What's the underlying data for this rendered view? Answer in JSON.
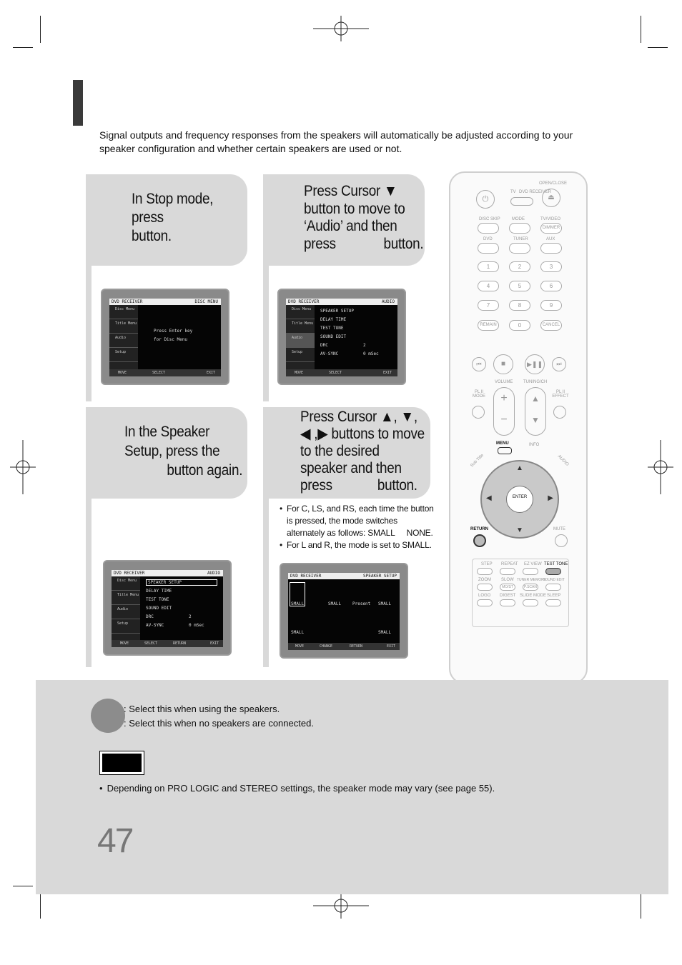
{
  "intro": "Signal outputs and frequency responses from the speakers will automatically be adjusted according to your speaker configuration and whether certain speakers are used or not.",
  "steps": {
    "s1": [
      "In Stop mode,",
      "press",
      "button."
    ],
    "s2": [
      "Press Cursor ▼",
      "button to move to",
      "‘Audio’ and then",
      "press",
      "button."
    ],
    "s3": [
      "In the Speaker",
      "Setup, press the",
      "button again."
    ],
    "s4": [
      "Press Cursor ▲, ▼,",
      "◀ ,▶ buttons to move",
      "to the desired",
      "speaker and then",
      "press",
      "button."
    ]
  },
  "notes": {
    "n1_l1": "For C, LS, and RS, each time the button",
    "n1_l2": "is pressed, the mode switches",
    "n1_l3a": "alternately as follows: SMALL",
    "n1_l3b": "NONE.",
    "n2": "For L and R, the mode is set to SMALL."
  },
  "screens": {
    "disc": {
      "head_left": "DVD RECEIVER",
      "head_right": "DISC MENU",
      "side": [
        "Disc Menu",
        "Title Menu",
        "Audio",
        "Setup"
      ],
      "msg1": "Press Enter key",
      "msg2": "for Disc Menu",
      "foot": [
        "MOVE",
        "SELECT",
        "EXIT"
      ]
    },
    "audio": {
      "head_left": "DVD RECEIVER",
      "head_right": "AUDIO",
      "side": [
        "Disc Menu",
        "Title Menu",
        "Audio",
        "Setup"
      ],
      "rows": [
        "SPEAKER SETUP",
        "DELAY TIME",
        "TEST TONE",
        "SOUND EDIT",
        "DRC",
        "AV-SYNC"
      ],
      "drc": "2",
      "avsync": "0 mSec",
      "foot": [
        "MOVE",
        "SELECT",
        "EXIT"
      ]
    },
    "audio2": {
      "head_left": "DVD RECEIVER",
      "head_right": "AUDIO",
      "side": [
        "Disc Menu",
        "Title Menu",
        "Audio",
        "Setup"
      ],
      "rows": [
        "SPEAKER SETUP",
        "DELAY TIME",
        "TEST TONE",
        "SOUND EDIT",
        "DRC",
        "AV-SYNC"
      ],
      "drc": "2",
      "avsync": "0 mSec",
      "foot": [
        "MOVE",
        "SELECT",
        "RETURN",
        "EXIT"
      ]
    },
    "speaker": {
      "head_left": "DVD RECEIVER",
      "head_right": "SPEAKER SETUP",
      "labels": [
        "SMALL",
        "SMALL",
        "Present",
        "SMALL",
        "SMALL",
        "SMALL"
      ],
      "foot": [
        "MOVE",
        "CHANGE",
        "RETURN",
        "EXIT"
      ]
    }
  },
  "remote": {
    "top_labels": [
      "OPEN/CLOSE",
      "TV",
      "DVD RECEIVER"
    ],
    "row_labels": [
      "DISC SKIP",
      "MODE",
      "TV/VIDEO"
    ],
    "dimmer": "DIMMER",
    "src_labels": [
      "DVD",
      "TUNER",
      "AUX"
    ],
    "digits": [
      "1",
      "2",
      "3",
      "4",
      "5",
      "6",
      "7",
      "8",
      "9",
      "REMAIN",
      "0",
      "CANCEL"
    ],
    "volume": "VOLUME",
    "tuning": "TUNING/CH",
    "pl_mode": "PL II MODE",
    "pl_effect": "PL II EFFECT",
    "menu": "MENU",
    "info": "INFO",
    "sub_title": "Sub Title",
    "audio": "AUDIO",
    "enter": "ENTER",
    "return": "RETURN",
    "mute": "MUTE",
    "grid1": [
      "STEP",
      "REPEAT",
      "EZ VIEW",
      "TEST TONE"
    ],
    "grid2": [
      "ZOOM",
      "SLOW",
      "TUNER MEMORY",
      "SOUND EDIT"
    ],
    "grid2b": [
      "MO/ST",
      "P.SCAN"
    ],
    "grid3": [
      "LOGO",
      "DIGEST",
      "SLIDE MODE",
      "SLEEP"
    ]
  },
  "modes": {
    "l1": ": Select this when using the speakers.",
    "l2": ": Select this when no speakers are connected."
  },
  "bottom_note": "Depending on PRO LOGIC and STEREO settings, the speaker mode may vary (see page 55).",
  "page_number": "47"
}
